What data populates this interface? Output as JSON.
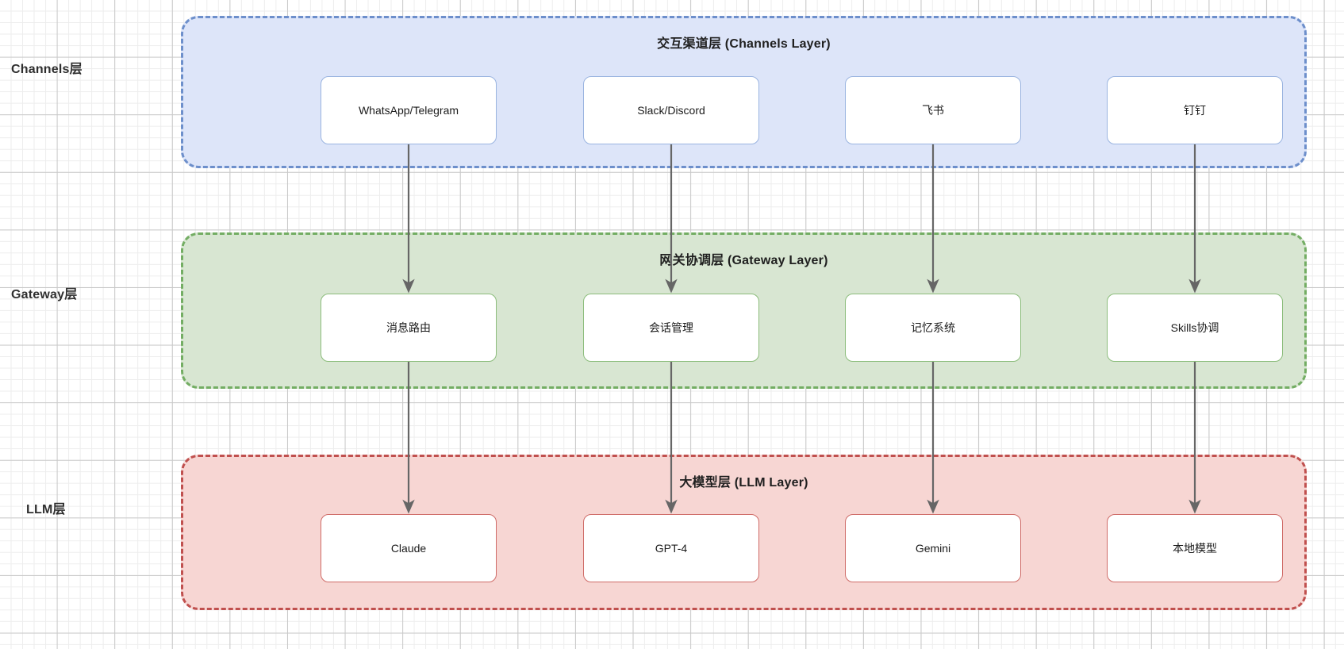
{
  "diagram": {
    "side_labels": [
      {
        "text": "Channels层"
      },
      {
        "text": "Gateway层"
      },
      {
        "text": "LLM层"
      }
    ],
    "layers": [
      {
        "id": "channels",
        "title": "交互渠道层 (Channels Layer)",
        "fill": "#dde5f9",
        "border": "#6d8fcb",
        "nodes": [
          {
            "label": "WhatsApp/Telegram"
          },
          {
            "label": "Slack/Discord"
          },
          {
            "label": "飞书"
          },
          {
            "label": "钉钉"
          }
        ]
      },
      {
        "id": "gateway",
        "title": "网关协调层 (Gateway Layer)",
        "fill": "#d8e6d2",
        "border": "#73ad63",
        "nodes": [
          {
            "label": "消息路由"
          },
          {
            "label": "会话管理"
          },
          {
            "label": "记忆系统"
          },
          {
            "label": "Skills协调"
          }
        ]
      },
      {
        "id": "llm",
        "title": "大模型层 (LLM Layer)",
        "fill": "#f7d6d3",
        "border": "#c0504e",
        "nodes": [
          {
            "label": "Claude"
          },
          {
            "label": "GPT-4"
          },
          {
            "label": "Gemini"
          },
          {
            "label": "本地模型"
          }
        ]
      }
    ],
    "connections": [
      {
        "from": "WhatsApp/Telegram",
        "to": "消息路由"
      },
      {
        "from": "Slack/Discord",
        "to": "会话管理"
      },
      {
        "from": "飞书",
        "to": "记忆系统"
      },
      {
        "from": "钉钉",
        "to": "Skills协调"
      },
      {
        "from": "消息路由",
        "to": "Claude"
      },
      {
        "from": "会话管理",
        "to": "GPT-4"
      },
      {
        "from": "记忆系统",
        "to": "Gemini"
      },
      {
        "from": "Skills协调",
        "to": "本地模型"
      }
    ],
    "arrow_color": "#666666",
    "grid": {
      "minor_color": "#ededed",
      "major_color": "#c9c9c9"
    }
  }
}
